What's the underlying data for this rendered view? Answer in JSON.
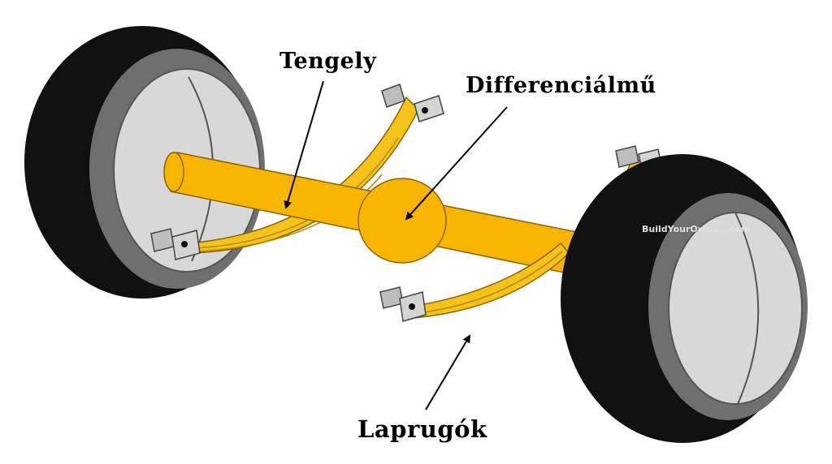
{
  "labels": {
    "axle": "Tengely",
    "differential": "Differenciálmű",
    "leaf_springs": "Laprugók"
  },
  "watermark": "BuildYourOwn.....com",
  "colors": {
    "axle": "#f7b500",
    "axle_outline": "#8a6400",
    "spring": "#f5c21a",
    "tire": "#111111",
    "rim_outer": "#7a7a7a",
    "rim_inner": "#d9d9d9",
    "bracket": "#b8b8b8",
    "arrow": "#000000"
  }
}
